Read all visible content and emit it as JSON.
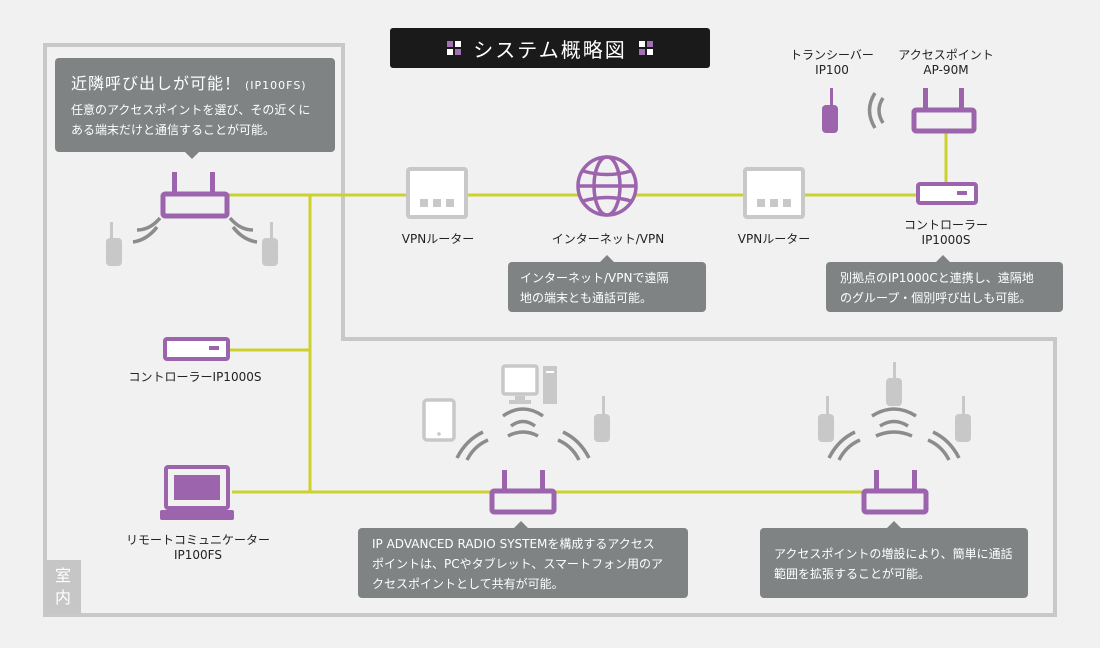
{
  "title": {
    "text": "システム概略図",
    "icon_color_1": "#a070b0",
    "icon_color_2": "#ffffff"
  },
  "colors": {
    "line": "#ccd12e",
    "device": "#9c64ad",
    "gray_device": "#c8c8c8",
    "frame": "#c8c8c8",
    "callout": "#7f8383"
  },
  "callouts": {
    "neighbor": {
      "heading": "近隣呼び出しが可能！",
      "heading_small": "(IP100FS)",
      "body": "任意のアクセスポイントを選び、その近くに\nある端末だけと通信することが可能。"
    },
    "internet": {
      "body": "インターネット/VPNで遠隔\n地の端末とも通話可能。"
    },
    "remote_site": {
      "body": "別拠点のIP1000Cと連携し、遠隔地\nのグループ・個別呼び出しも可能。"
    },
    "ip_radio": {
      "body": "IP ADVANCED RADIO SYSTEMを構成するアクセス\nポイントは、PCやタブレット、スマートフォン用のア\nクセスポイントとして共有が可能。"
    },
    "expand": {
      "body": "アクセスポイントの増設により、簡単に通話\n範囲を拡張することが可能。"
    }
  },
  "labels": {
    "vpn_router_1": "VPNルーター",
    "internet_vpn": "インターネット/VPN",
    "vpn_router_2": "VPNルーター",
    "controller_remote": "コントローラー\nIP1000S",
    "transceiver": "トランシーバー\nIP100",
    "access_point_remote": "アクセスポイント\nAP-90M",
    "controller_local": "コントローラーIP1000S",
    "remote_communicator": "リモートコミュニケーター\nIP100FS",
    "indoor": "室\n内"
  }
}
